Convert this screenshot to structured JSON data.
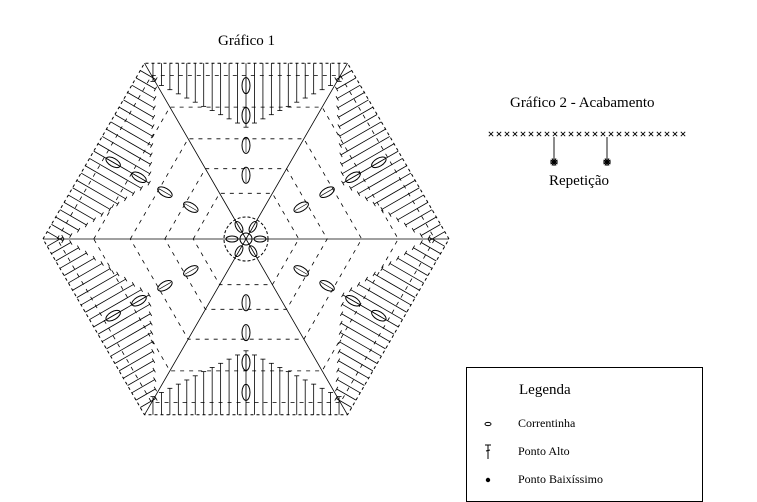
{
  "chart1": {
    "title": "Gráfico 1"
  },
  "chart2": {
    "title": "Gráfico 2 - Acabamento",
    "repeat_label": "Repetição"
  },
  "legend": {
    "title": "Legenda",
    "items": [
      {
        "label": "Correntinha",
        "icon": "chain-stitch-icon"
      },
      {
        "label": "Ponto Alto",
        "icon": "double-crochet-icon"
      },
      {
        "label": "Ponto Baixíssimo",
        "icon": "slip-stitch-icon"
      }
    ]
  }
}
